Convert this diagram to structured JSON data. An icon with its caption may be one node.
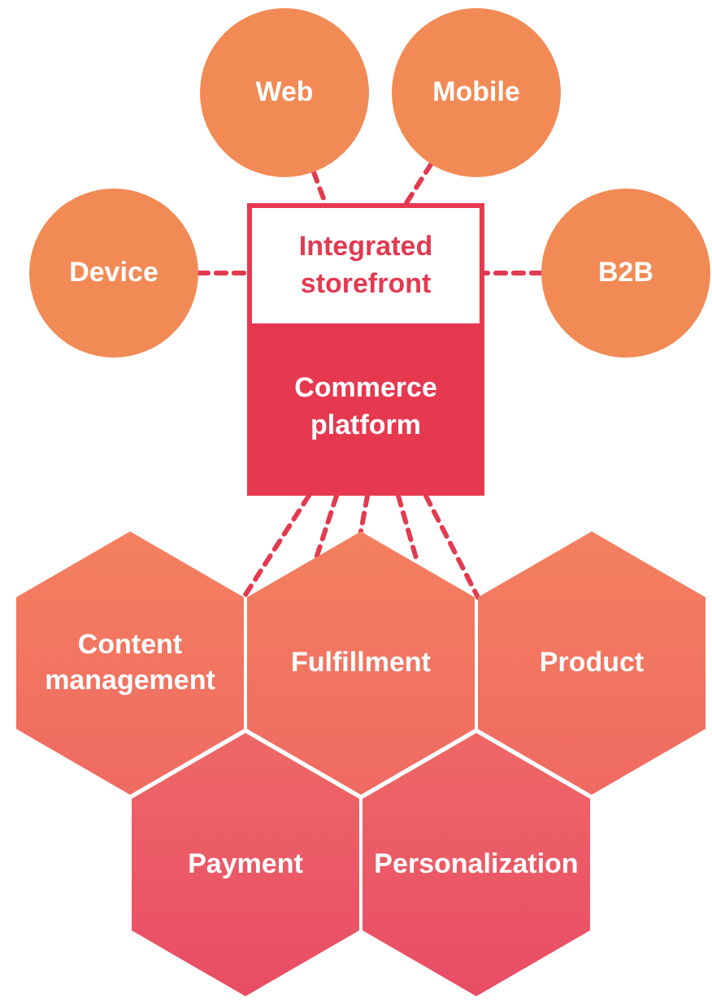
{
  "diagram": {
    "nodes": [
      {
        "text": [
          "Web"
        ]
      },
      {
        "text": [
          "Mobile"
        ]
      },
      {
        "text": [
          "Device"
        ]
      },
      {
        "text": [
          "B2B"
        ]
      },
      {
        "text": [
          "Integrated storefront"
        ]
      },
      {
        "text": [
          "Commerce platform"
        ]
      },
      {
        "text": [
          "Content management"
        ]
      },
      {
        "text": [
          "Fulfillment"
        ]
      },
      {
        "text": [
          "Product"
        ]
      },
      {
        "text": [
          "Payment"
        ]
      },
      {
        "text": [
          "Personalization"
        ]
      }
    ],
    "edges": [
      {
        "from": 0,
        "to": 4,
        "arrow": "none",
        "style": "dashed"
      },
      {
        "from": 1,
        "to": 4,
        "arrow": "none",
        "style": "dashed"
      },
      {
        "from": 2,
        "to": 4,
        "arrow": "none",
        "style": "dashed"
      },
      {
        "from": 3,
        "to": 4,
        "arrow": "none",
        "style": "dashed"
      },
      {
        "from": 5,
        "to": 6,
        "arrow": "none",
        "style": "dashed"
      },
      {
        "from": 5,
        "to": 7,
        "arrow": "none",
        "style": "dashed"
      },
      {
        "from": 5,
        "to": 7,
        "arrow": "none",
        "style": "dashed"
      },
      {
        "from": 5,
        "to": 7,
        "arrow": "none",
        "style": "dashed"
      },
      {
        "from": 5,
        "to": 8,
        "arrow": "none",
        "style": "dashed"
      }
    ]
  }
}
